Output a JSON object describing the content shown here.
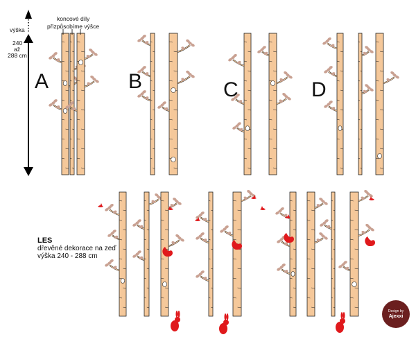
{
  "dimension": {
    "label": "výška",
    "range_top": "240",
    "range_mid": "až",
    "range_bottom": "288 cm"
  },
  "endpieces_note": {
    "line1": "koncové díly",
    "line2": "přizpůsobíme výšce"
  },
  "variants": [
    "A",
    "B",
    "C",
    "D"
  ],
  "product": {
    "title": "LES",
    "description": "dřevěné dekorace na zeď",
    "height": "výška 240 - 288 cm"
  },
  "badge": {
    "top": "Design by",
    "brand": "Ajexxi"
  },
  "colors": {
    "trunk": "#f5c89a",
    "trunk_outline": "#222222",
    "leaf": "#c9a192",
    "accent_red": "#e0191c",
    "badge_bg": "#6b1f1f"
  }
}
